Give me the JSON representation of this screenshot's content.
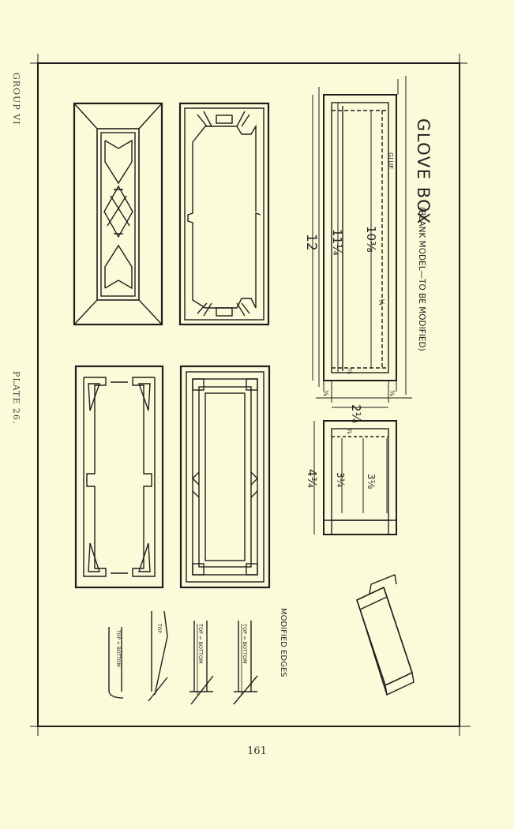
{
  "page": {
    "group_label": "GROUP VI",
    "plate_label": "PLATE 26.",
    "page_number": "161"
  },
  "drawing": {
    "title": "GLOVE BOX",
    "subtitle": "(BLANK MODEL—TO BE MODIFIED)",
    "glue_label": "GLUE",
    "edges_title": "MODIFIED EDGES",
    "edge_labels": [
      "TOP = BOTTOM",
      "TOP",
      "TOP = BOTTOM",
      "TOP = BOTTOM"
    ],
    "dimensions": {
      "overall_length": "12",
      "inner_length": "11¼",
      "panel_length": "10⅜",
      "end_gap": "¼",
      "groove": "⅜",
      "side_thickness_left": "⅜",
      "side_thickness_right": "⅜",
      "width": "2¼",
      "height": "4¾",
      "inner_height_a": "3¼",
      "inner_height_b": "3⅛",
      "lid_depth": "⅜"
    }
  }
}
